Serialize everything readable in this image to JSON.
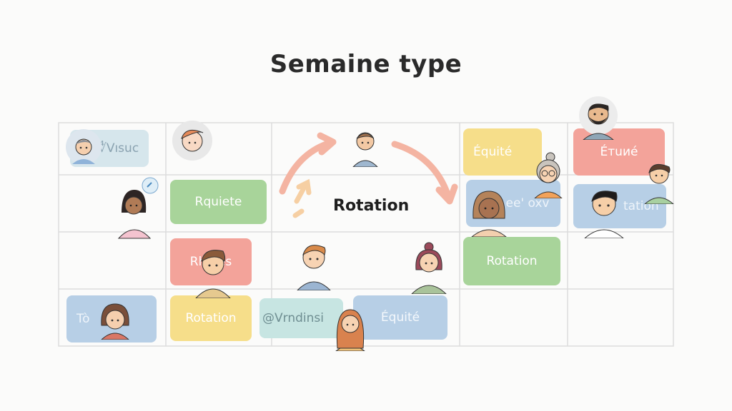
{
  "title": "Semaine type",
  "center_label": "Rotation",
  "cards": [
    {
      "id": "c-r1c1",
      "text": "∜Vısuc",
      "color": "lightblue"
    },
    {
      "id": "c-r2c2",
      "text": "Rquiete",
      "color": "green"
    },
    {
      "id": "c-r3c2",
      "text": "Rhmes",
      "color": "red"
    },
    {
      "id": "c-r4c1",
      "text": "Tò",
      "color": "blue"
    },
    {
      "id": "c-r4c2",
      "text": "Rotation",
      "color": "yellow"
    },
    {
      "id": "c-r4c3",
      "text": "@Vrndinsi",
      "color": "teal"
    },
    {
      "id": "c-r4c4",
      "text": "Équité",
      "color": "blue"
    },
    {
      "id": "c-r1c5",
      "text": "Équité",
      "color": "yellow"
    },
    {
      "id": "c-r2c5",
      "text": "ee' oxv",
      "color": "blue"
    },
    {
      "id": "c-r3c5",
      "text": "Rotation",
      "color": "green"
    },
    {
      "id": "c-r1c6",
      "text": "Éтuиé",
      "color": "red"
    },
    {
      "id": "c-r2c6",
      "text": "tation",
      "color": "blue"
    }
  ],
  "colors": {
    "grid_line": "#dcdcdc",
    "arrow": "#f2b8a8",
    "skin": "#f6cfa8",
    "skin_dark": "#a8764e"
  }
}
